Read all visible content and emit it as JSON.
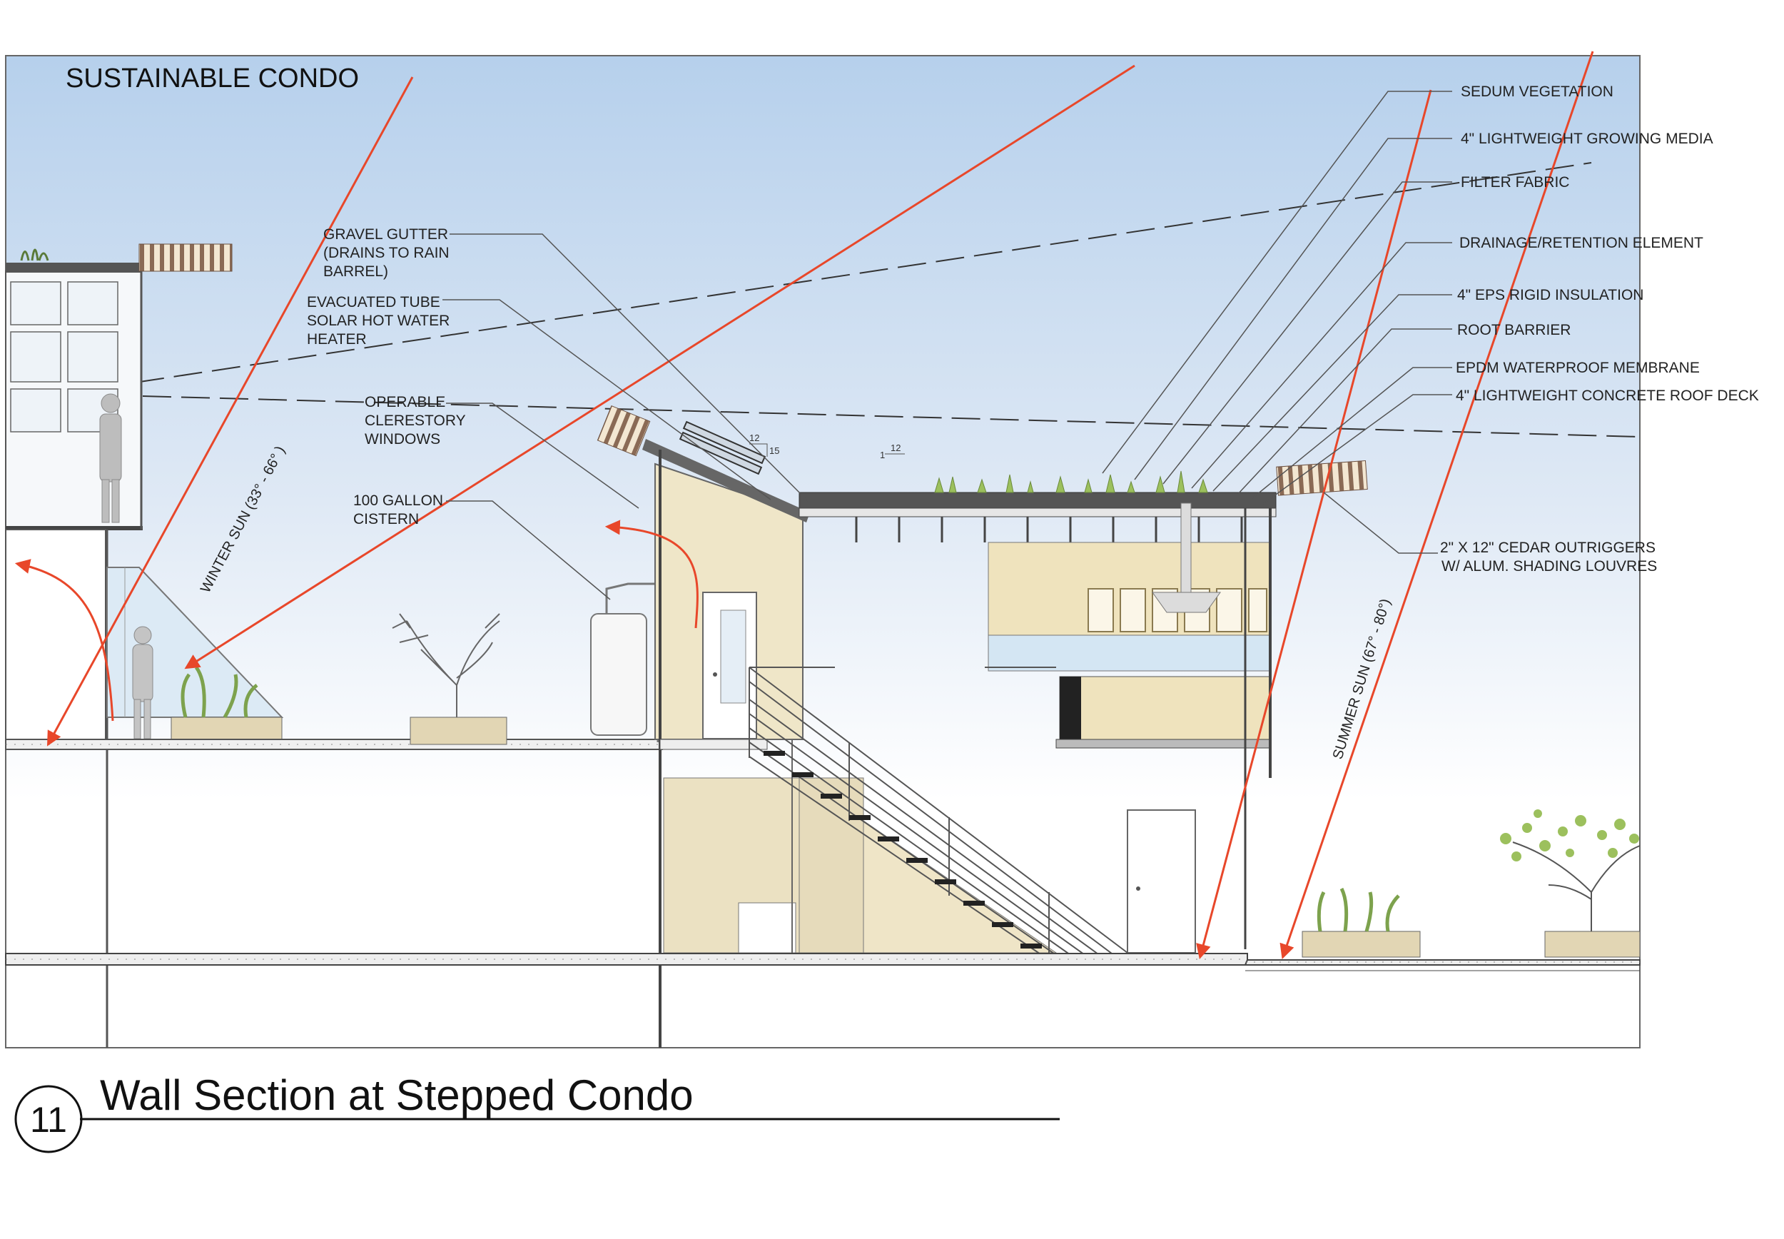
{
  "project_title": "SUSTAINABLE CONDO",
  "drawing_number": "11",
  "drawing_title": "Wall Section at Stepped Condo",
  "left_labels": {
    "gravel_gutter": [
      "GRAVEL GUTTER",
      "(DRAINS TO RAIN",
      "BARREL)"
    ],
    "solar_heater": [
      "EVACUATED TUBE",
      "SOLAR HOT WATER",
      "HEATER"
    ],
    "clerestory": [
      "OPERABLE",
      "CLERESTORY",
      "WINDOWS"
    ],
    "cistern": [
      "100 GALLON",
      "CISTERN"
    ]
  },
  "roof_layers": [
    "SEDUM VEGETATION",
    "4\" LIGHTWEIGHT GROWING MEDIA",
    "FILTER FABRIC",
    "DRAINAGE/RETENTION ELEMENT",
    "4\" EPS RIGID INSULATION",
    "ROOT BARRIER",
    "EPDM WATERPROOF MEMBRANE",
    "4\" LIGHTWEIGHT CONCRETE ROOF DECK"
  ],
  "outrigger_label": [
    "2\" X 12\" CEDAR OUTRIGGERS",
    "W/ ALUM. SHADING LOUVRES"
  ],
  "winter_sun": "WINTER SUN (33° - 66° )",
  "summer_sun": "SUMMER SUN (67° - 80°)",
  "slope_marks": {
    "rise": "12",
    "run": "15",
    "run2": "1",
    "rise2": "12"
  },
  "colors": {
    "sun_ray": "#e8472a",
    "sky_top": "#b9d3ee",
    "sky_bottom": "#ffffff",
    "wall_tan": "#e9dfc0",
    "window_glass": "#dde9f3",
    "kitchen_blue": "#d4e6f3",
    "planter": "#e2d6b4",
    "plant_green": "#8fb45a",
    "line": "#444444"
  }
}
